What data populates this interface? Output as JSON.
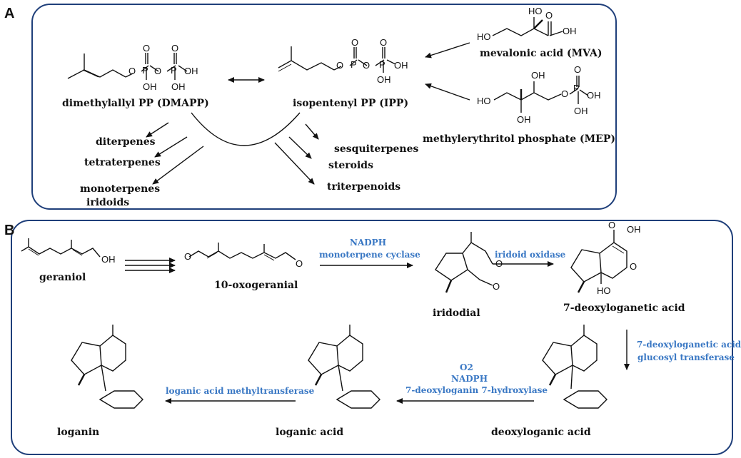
{
  "panel_a": {
    "label": "A",
    "dmapp": "dimethylallyl PP (DMAPP)",
    "ipp": "isopentenyl PP (IPP)",
    "mva": "mevalonic acid (MVA)",
    "mep": "methylerythritol phosphate (MEP)",
    "products_left": [
      "diterpenes",
      "tetraterpenes",
      "monoterpenes",
      "iridoids"
    ],
    "products_right": [
      "sesquiterpenes",
      "steroids",
      "triterpenoids"
    ]
  },
  "panel_b": {
    "label": "B",
    "compounds": {
      "geraniol": "geraniol",
      "oxogeranial": "10-oxogeranial",
      "iridodial": "iridodial",
      "deoxyloganetic": "7-deoxyloganetic acid",
      "deoxyloganic": "deoxyloganic acid",
      "loganic": "loganic acid",
      "loganin": "loganin"
    },
    "enzymes": {
      "cyclase_cofactor": "NADPH",
      "cyclase": "monoterpene cyclase",
      "oxidase": "iridoid oxidase",
      "glucosyl_1": "7-deoxyloganetic acid",
      "glucosyl_2": "glucosyl transferase",
      "hydroxylase_o2": "O2",
      "hydroxylase_cofactor": "NADPH",
      "hydroxylase": "7-deoxyloganin 7-hydroxylase",
      "methyltransferase": "loganic acid methyltransferase"
    }
  }
}
